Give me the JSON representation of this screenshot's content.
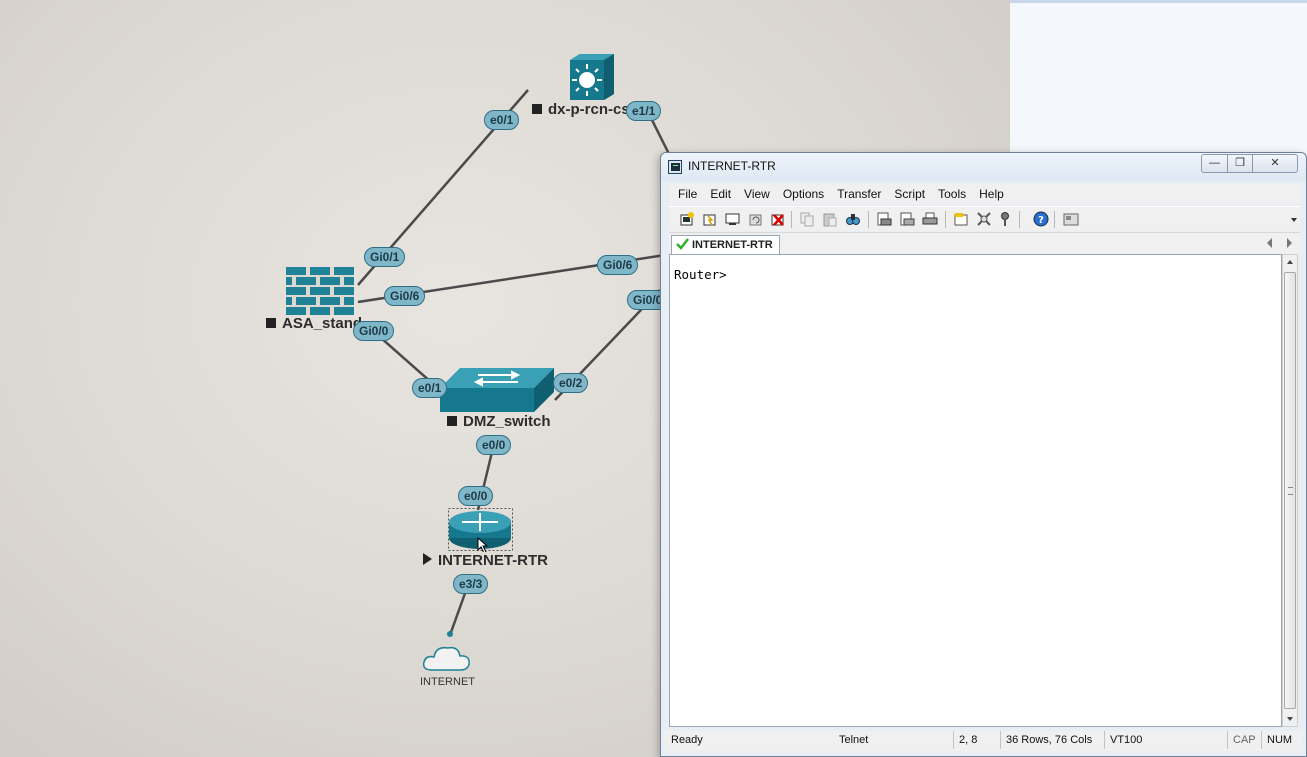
{
  "topology": {
    "nodes": {
      "core": {
        "label": "dx-p-rcn-cs"
      },
      "asa": {
        "label": "ASA_stand"
      },
      "switch": {
        "label": "DMZ_switch"
      },
      "router": {
        "label": "INTERNET-RTR"
      },
      "cloud": {
        "label": "INTERNET"
      }
    },
    "ports": {
      "core_e01": "e0/1",
      "core_e11": "e1/1",
      "asa_gi01": "Gi0/1",
      "asa_gi06": "Gi0/6",
      "asa_gi00": "Gi0/0",
      "right_gi06": "Gi0/6",
      "right_gi0x": "Gi0/0",
      "sw_e01": "e0/1",
      "sw_e02": "e0/2",
      "sw_e00": "e0/0",
      "rtr_e00": "e0/0",
      "rtr_e33": "e3/3"
    },
    "colors": {
      "device": "#1f8296",
      "port_fill": "#7fb7c9",
      "link": "#4a4a4a"
    }
  },
  "window": {
    "title": "INTERNET-RTR",
    "buttons": {
      "minimize": "—",
      "restore": "❐",
      "close": "✕"
    },
    "menu": [
      "File",
      "Edit",
      "View",
      "Options",
      "Transfer",
      "Script",
      "Tools",
      "Help"
    ],
    "toolbar_icons": [
      "connect-icon",
      "quick-connect-icon",
      "connect-in-tab-icon",
      "reconnect-icon",
      "disconnect-icon",
      "copy-icon",
      "paste-icon",
      "find-icon",
      "print-setup-icon",
      "print-icon",
      "print-selection-icon",
      "session-options-icon",
      "global-options-icon",
      "keymap-icon",
      "help-icon",
      "sftp-icon"
    ],
    "tab": {
      "label": "INTERNET-RTR"
    },
    "terminal": {
      "text": "Router>"
    },
    "status": {
      "ready": "Ready",
      "protocol": "Telnet",
      "cursor": "2,  8",
      "size": "36 Rows,  76 Cols",
      "emulation": "VT100",
      "cap": "CAP",
      "num": "NUM"
    }
  }
}
